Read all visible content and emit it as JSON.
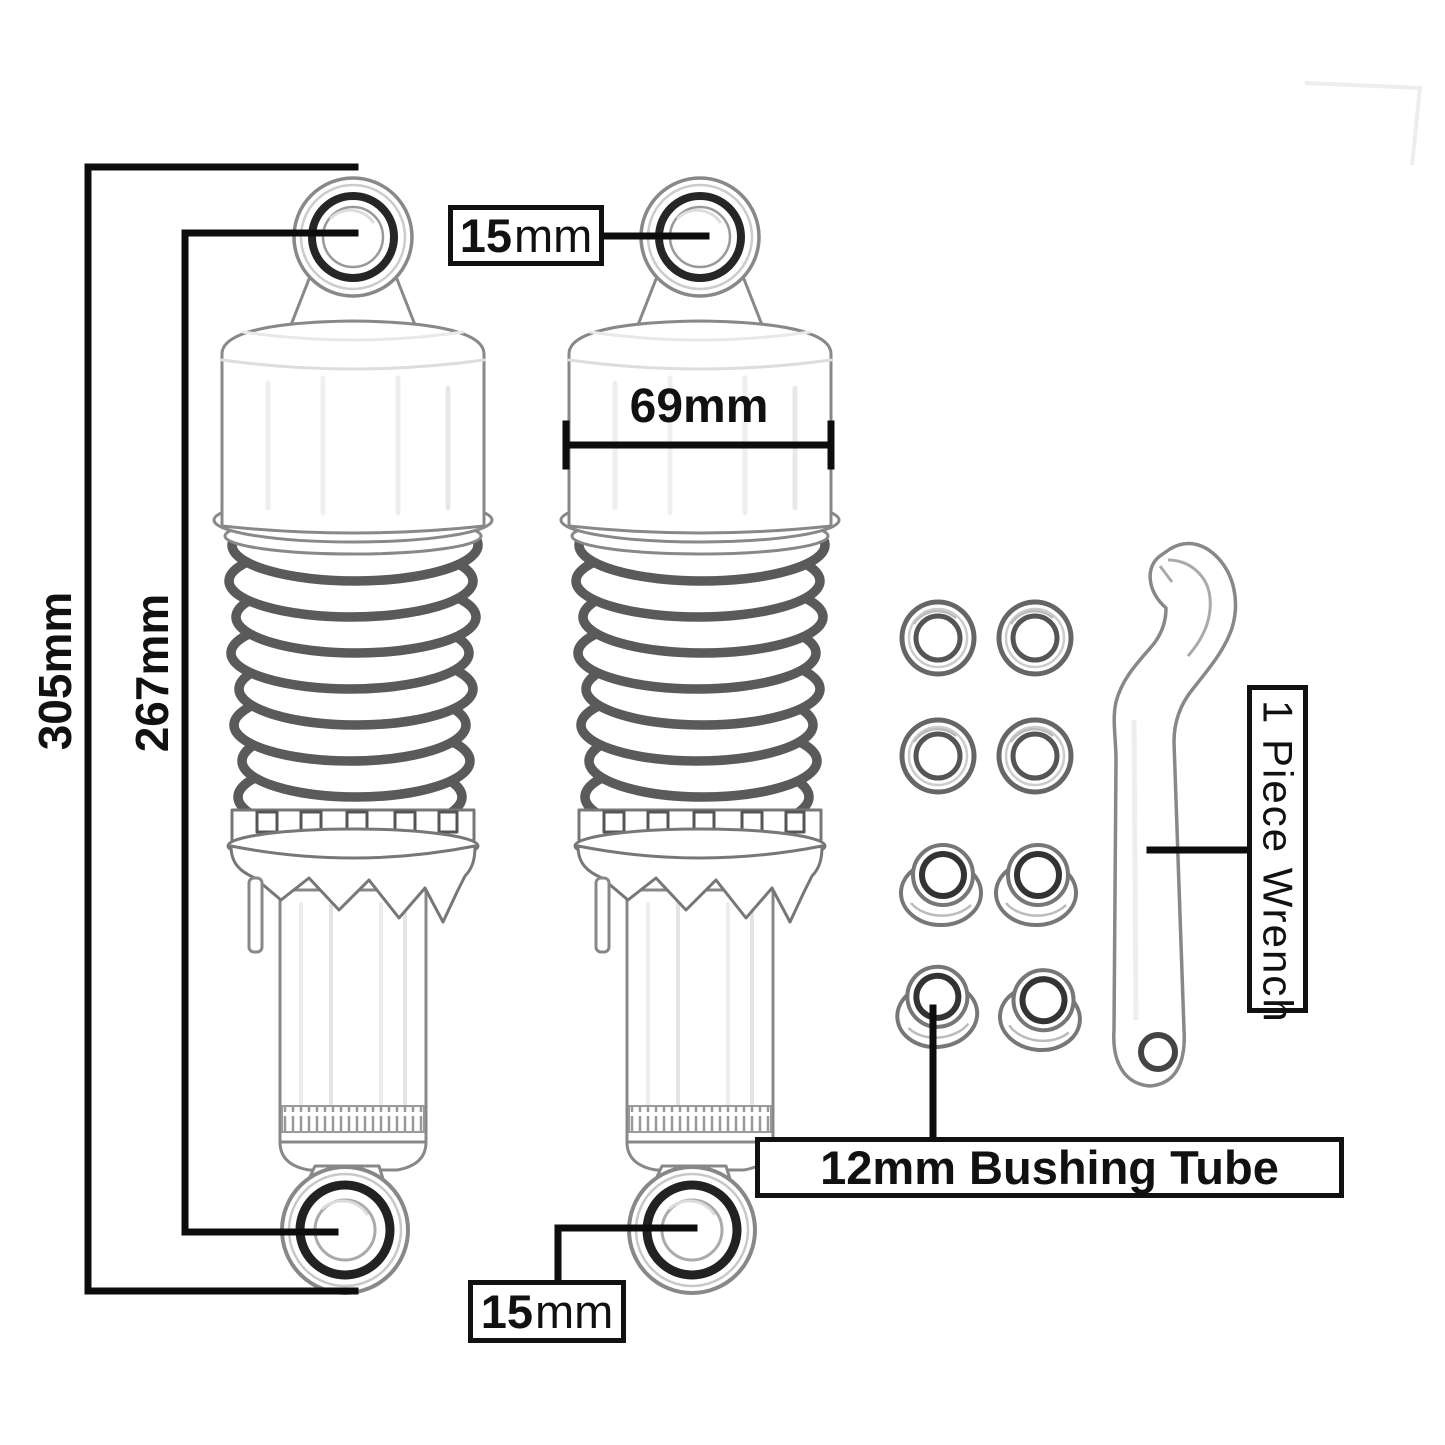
{
  "diagram": {
    "title": "Motorcycle shock absorber dimension diagram",
    "dimensions": {
      "overall_length": "305mm",
      "inner_length": "267mm",
      "body_width": "69mm",
      "top_eye": {
        "value": "15",
        "unit": "mm"
      },
      "bottom_eye": {
        "value": "15",
        "unit": "mm"
      }
    },
    "labels": {
      "bushing": "12mm Bushing Tube",
      "wrench": "1 Piece Wrench"
    },
    "parts": {
      "shock_count": 2,
      "bushing_count": 8,
      "wrench_count": 1
    },
    "colors": {
      "dimension_line": "#0d0d0d",
      "sketch_line": "#888888",
      "dark_ring": "#262626",
      "background": "#ffffff"
    }
  }
}
